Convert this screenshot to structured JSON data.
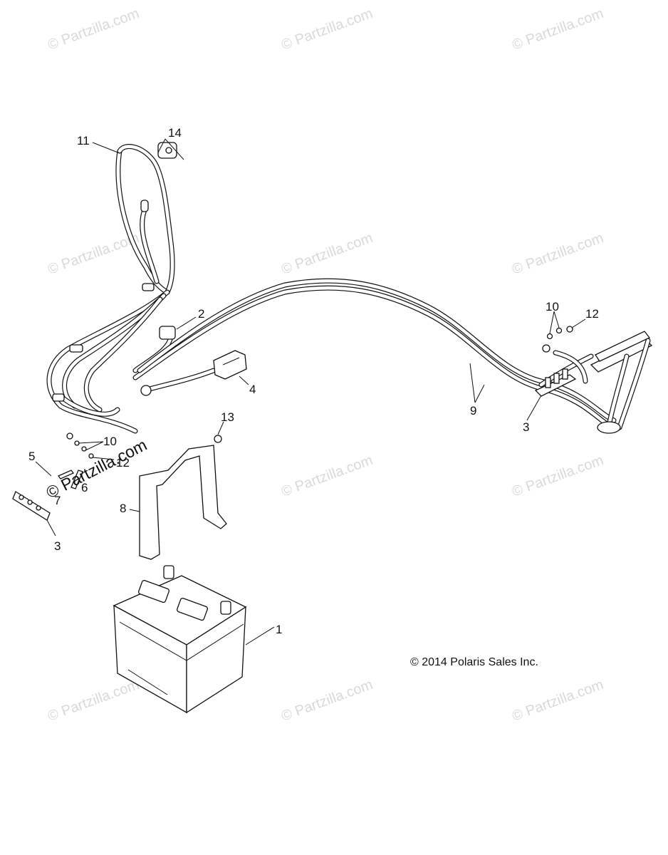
{
  "watermark": "© Partzilla.com",
  "copyright": "© 2014 Polaris Sales Inc.",
  "callouts": {
    "c1": "1",
    "c2": "2",
    "c3a": "3",
    "c3b": "3",
    "c4": "4",
    "c5": "5",
    "c6": "6",
    "c7": "7",
    "c8": "8",
    "c9": "9",
    "c10a": "10",
    "c10b": "10",
    "c11": "11",
    "c12a": "12",
    "c12b": "12",
    "c13": "13",
    "c14": "14"
  }
}
